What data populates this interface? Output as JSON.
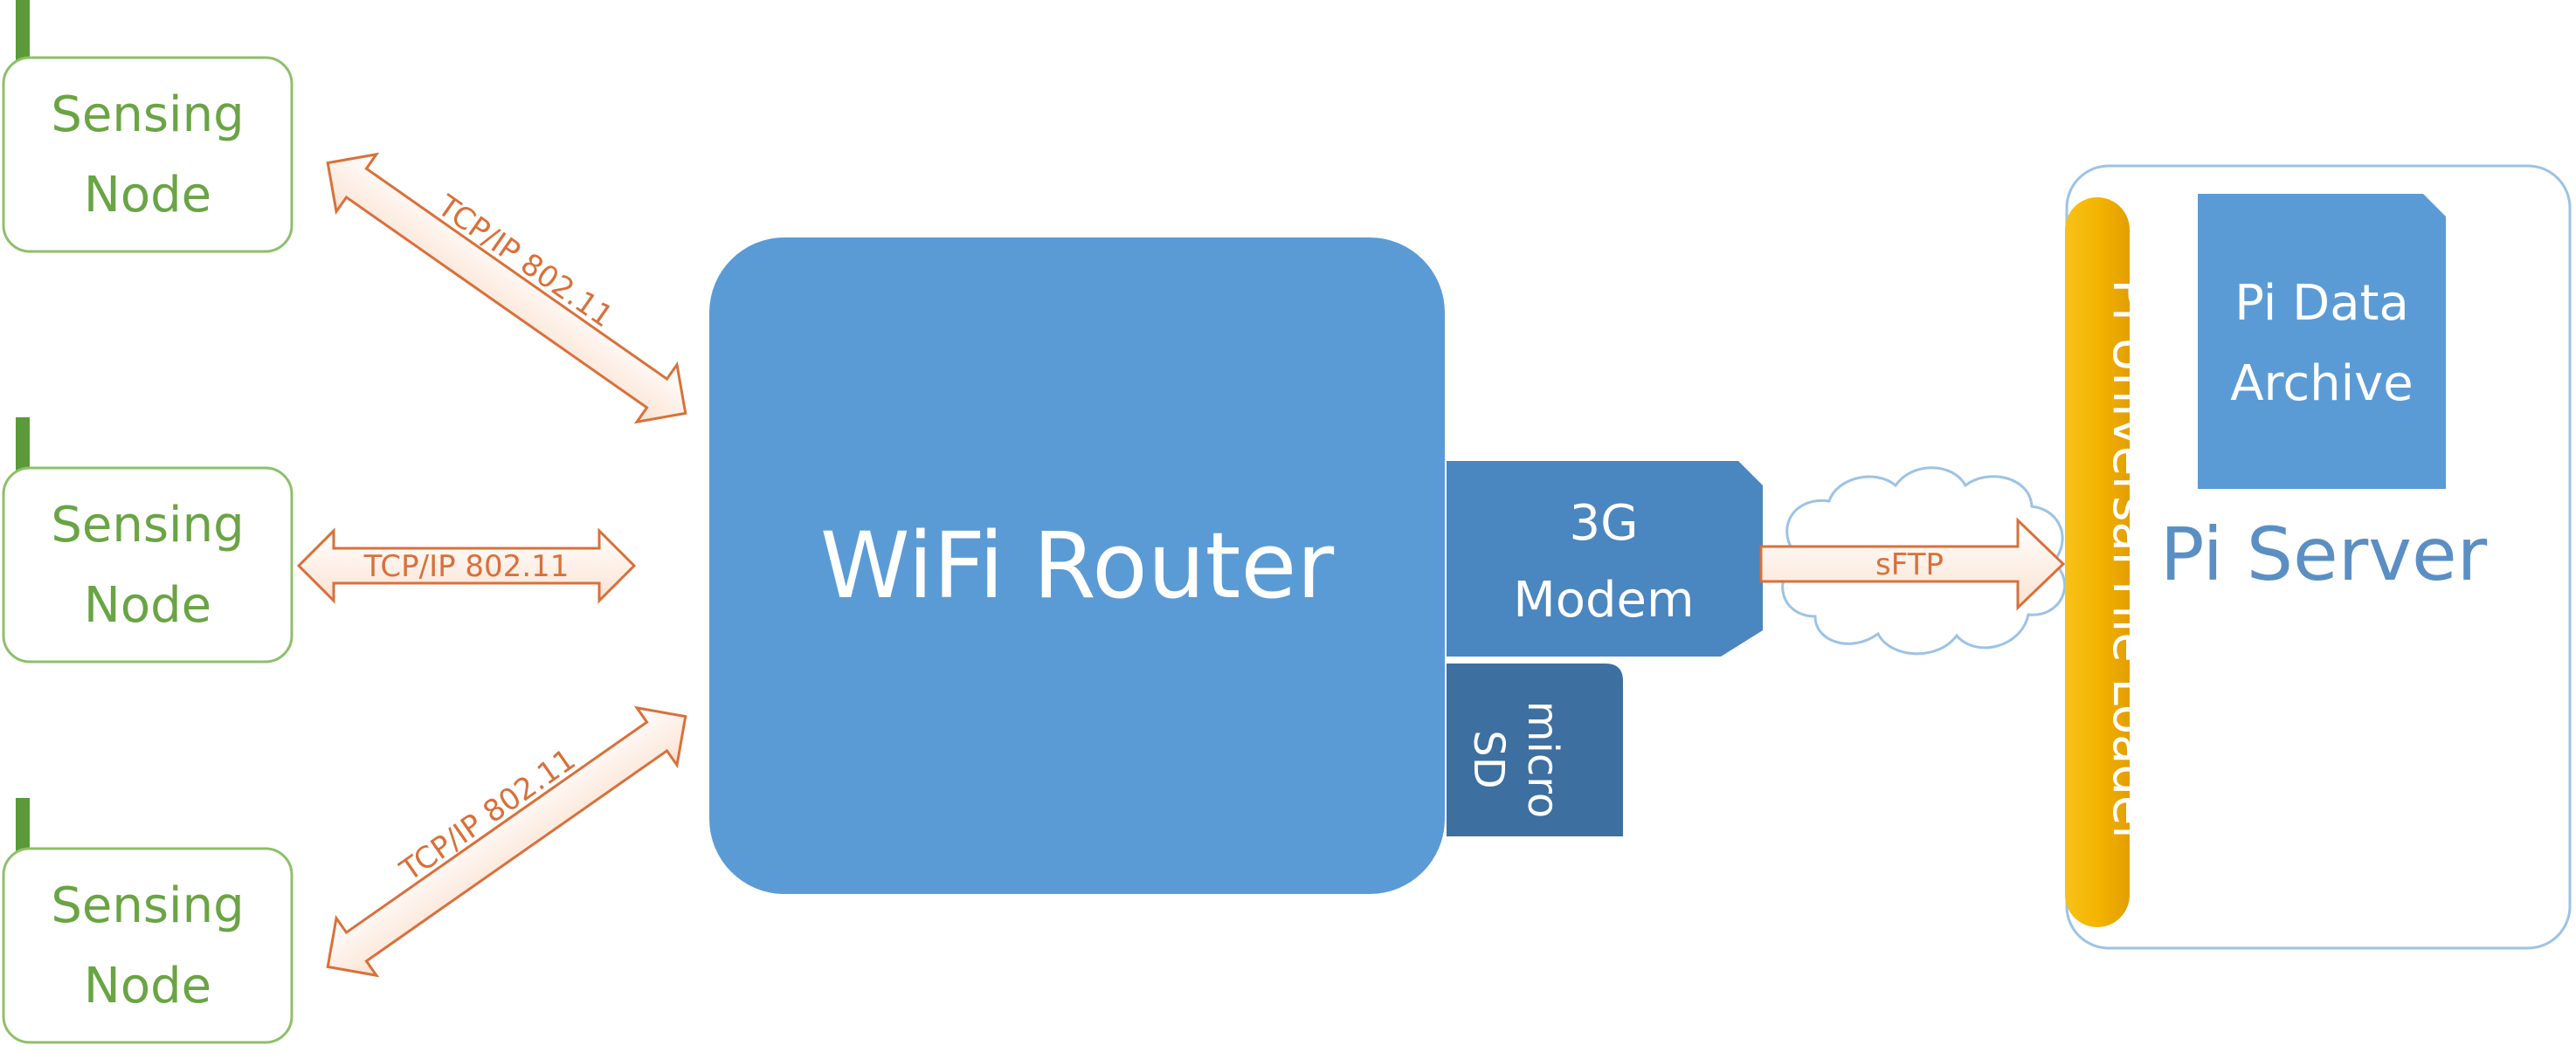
{
  "nodes": [
    {
      "line1": "Sensing",
      "line2": "Node"
    },
    {
      "line1": "Sensing",
      "line2": "Node"
    },
    {
      "line1": "Sensing",
      "line2": "Node"
    }
  ],
  "links": [
    {
      "label": "TCP/IP 802.11"
    },
    {
      "label": "TCP/IP 802.11"
    },
    {
      "label": "TCP/IP 802.11"
    }
  ],
  "router": {
    "label": "WiFi Router"
  },
  "modem": {
    "line1": "3G",
    "line2": "Modem"
  },
  "sd": {
    "line1": "micro",
    "line2": "SD"
  },
  "sftp": {
    "label": "sFTP"
  },
  "loader": {
    "label": "Pi Universal File Loader"
  },
  "archive": {
    "line1": "Pi Data",
    "line2": "Archive"
  },
  "server": {
    "label": "Pi Server"
  },
  "colors": {
    "node_border": "#8fbf6a",
    "node_text": "#6aa444",
    "antenna": "#5a9a3a",
    "link": "#d9703a",
    "router_fill": "#5b9bd5",
    "modem_fill": "#4a86c0",
    "sd_fill": "#3d6fa0",
    "loader_fill": "#f2b705",
    "server_text": "#5b8fc4"
  }
}
